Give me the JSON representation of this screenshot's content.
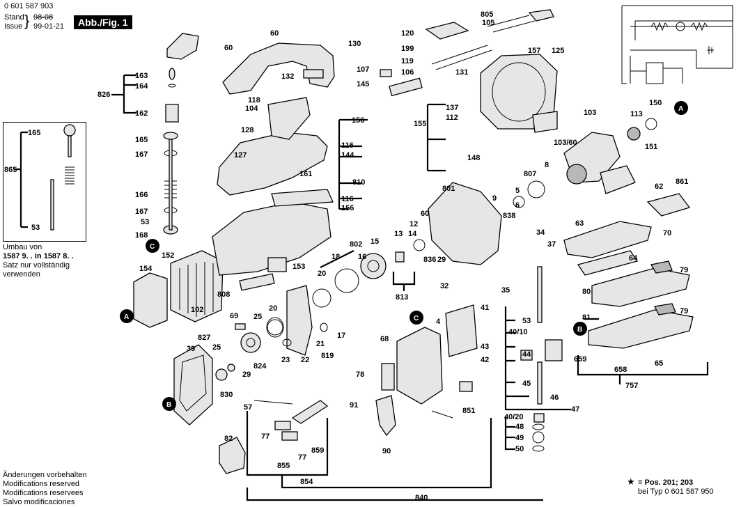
{
  "header": {
    "doc_number": "0 601 587 903",
    "stand_label": "Stand",
    "stand_date": "98-08",
    "issue_label": "Issue",
    "issue_date": "99-01-21",
    "figure_tag": "Abb./Fig. 1"
  },
  "inset": {
    "labels": [
      "165",
      "865",
      "53"
    ],
    "note_line1": "Umbau von",
    "note_line2": "1587 9. . in 1587 8. .",
    "note_line3": "Satz nur vollständig",
    "note_line4": "verwenden"
  },
  "footer_left": {
    "line1": "Änderungen vorbehalten",
    "line2": "Modifications reserved",
    "line3": "Modifications reservees",
    "line4": "Salvo modificaciones"
  },
  "footer_right": {
    "star": "★",
    "line1": "= Pos. 201; 203",
    "line2": "bei Typ 0 601 587 950"
  },
  "reference_markers": [
    "A",
    "A",
    "B",
    "B",
    "C",
    "C"
  ],
  "part_labels": [
    "805",
    "105",
    "120",
    "199",
    "60",
    "60",
    "130",
    "119",
    "107",
    "106",
    "131",
    "132",
    "145",
    "157",
    "125",
    "826",
    "163",
    "164",
    "162",
    "118",
    "104",
    "128",
    "156",
    "137",
    "155",
    "112",
    "116",
    "144",
    "148",
    "103",
    "113",
    "150",
    "151",
    "103/60",
    "127",
    "161",
    "165",
    "167",
    "166",
    "167",
    "53",
    "168",
    "152",
    "154",
    "102",
    "808",
    "153",
    "802",
    "15",
    "16",
    "18",
    "20",
    "12",
    "13",
    "14",
    "810",
    "116",
    "156",
    "801",
    "60",
    "838",
    "807",
    "8",
    "5",
    "6",
    "9",
    "861",
    "62",
    "63",
    "70",
    "34",
    "37",
    "836",
    "29",
    "813",
    "32",
    "35",
    "64",
    "79",
    "80",
    "79",
    "81",
    "659",
    "658",
    "757",
    "65",
    "82",
    "41",
    "4",
    "53",
    "40/10",
    "43",
    "42",
    "68",
    "78",
    "44",
    "45",
    "46",
    "47",
    "91",
    "90",
    "851",
    "40/20",
    "48",
    "49",
    "50",
    "57",
    "77",
    "77",
    "855",
    "859",
    "854",
    "840",
    "827",
    "25",
    "69",
    "25",
    "20",
    "21",
    "22",
    "23",
    "819",
    "17",
    "824",
    "39",
    "29",
    "830"
  ]
}
